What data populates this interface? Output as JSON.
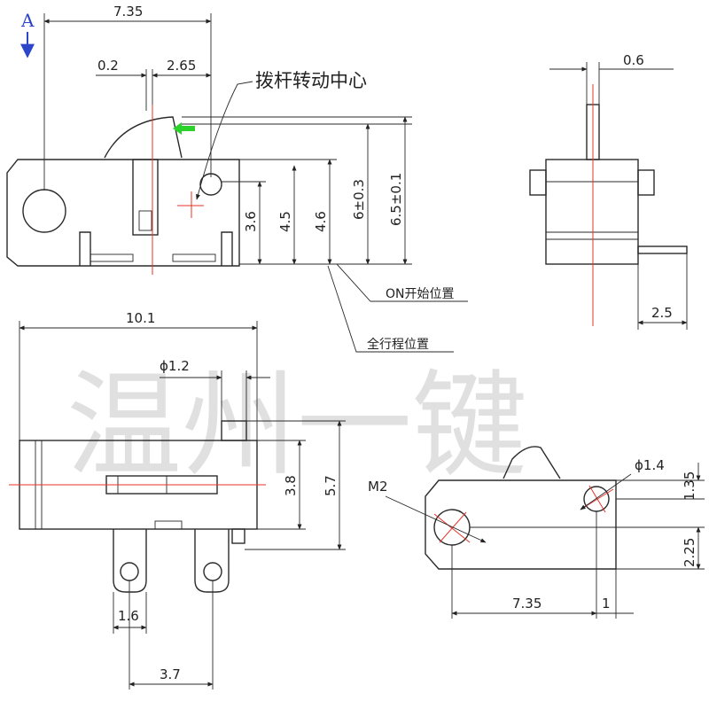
{
  "view_marker": {
    "letter": "A",
    "color": "#2b46c9"
  },
  "side_view": {
    "dim_top_width": "7.35",
    "dim_offset": "0.2",
    "dim_pivot_distance": "2.65",
    "pivot_callout": "拨杆转动中心",
    "h_3_6": "3.6",
    "h_4_5": "4.5",
    "h_4_6": "4.6",
    "h_6": "6±0.3",
    "h_6_5": "6.5±0.1",
    "on_position": "ON开始位置",
    "full_travel": "全行程位置"
  },
  "end_view": {
    "dim_lever_thickness": "0.6",
    "dim_terminal_offset": "2.5"
  },
  "top_view": {
    "dim_total_length": "10.1",
    "dim_pin_diameter": "ϕ1.2",
    "dim_slot_height": "3.8",
    "dim_total_height": "5.7",
    "dim_terminal_width": "1.6",
    "dim_terminal_pitch": "3.7"
  },
  "mount_view": {
    "thread_label": "M2",
    "hole_label": "ϕ1.4",
    "dim_hole_spacing": "7.35",
    "dim_edge_offset": "1",
    "dim_top_offset": "1.35",
    "dim_bottom_offset": "2.25"
  },
  "watermark": "温州一键",
  "colors": {
    "arrow": "#2bd22b",
    "centerline": "#e8322a",
    "marker": "#2b46c9"
  }
}
